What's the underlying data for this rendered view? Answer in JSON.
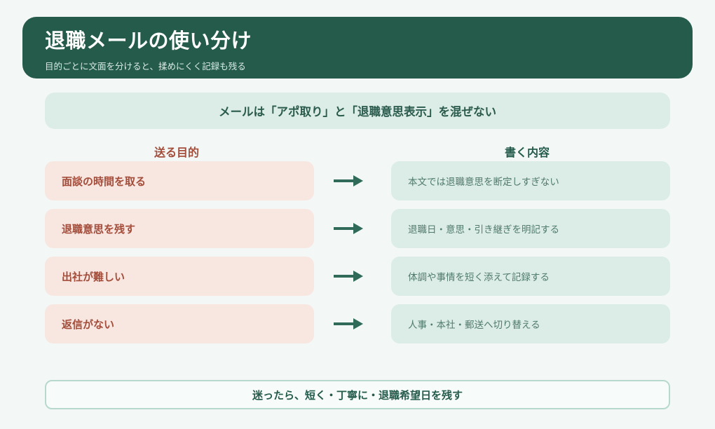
{
  "header": {
    "title": "退職メールの使い分け",
    "subtitle": "目的ごとに文面を分けると、揉めにくく記録も残る"
  },
  "banner": "メールは「アポ取り」と「退職意思表示」を混ぜない",
  "columns": {
    "purpose_heading": "送る目的",
    "content_heading": "書く内容"
  },
  "rows": [
    {
      "purpose": "面談の時間を取る",
      "content": "本文では退職意思を断定しすぎない"
    },
    {
      "purpose": "退職意思を残す",
      "content": "退職日・意思・引き継ぎを明記する"
    },
    {
      "purpose": "出社が難しい",
      "content": "体調や事情を短く添えて記録する"
    },
    {
      "purpose": "返信がない",
      "content": "人事・本社・郵送へ切り替える"
    }
  ],
  "footer": "迷ったら、短く・丁寧に・退職希望日を残す",
  "colors": {
    "primary": "#245b4b",
    "purpose_bg": "#f8e6e1",
    "purpose_text": "#a34d3a",
    "content_bg": "#dcede7",
    "page_bg": "#f3f8f6"
  }
}
